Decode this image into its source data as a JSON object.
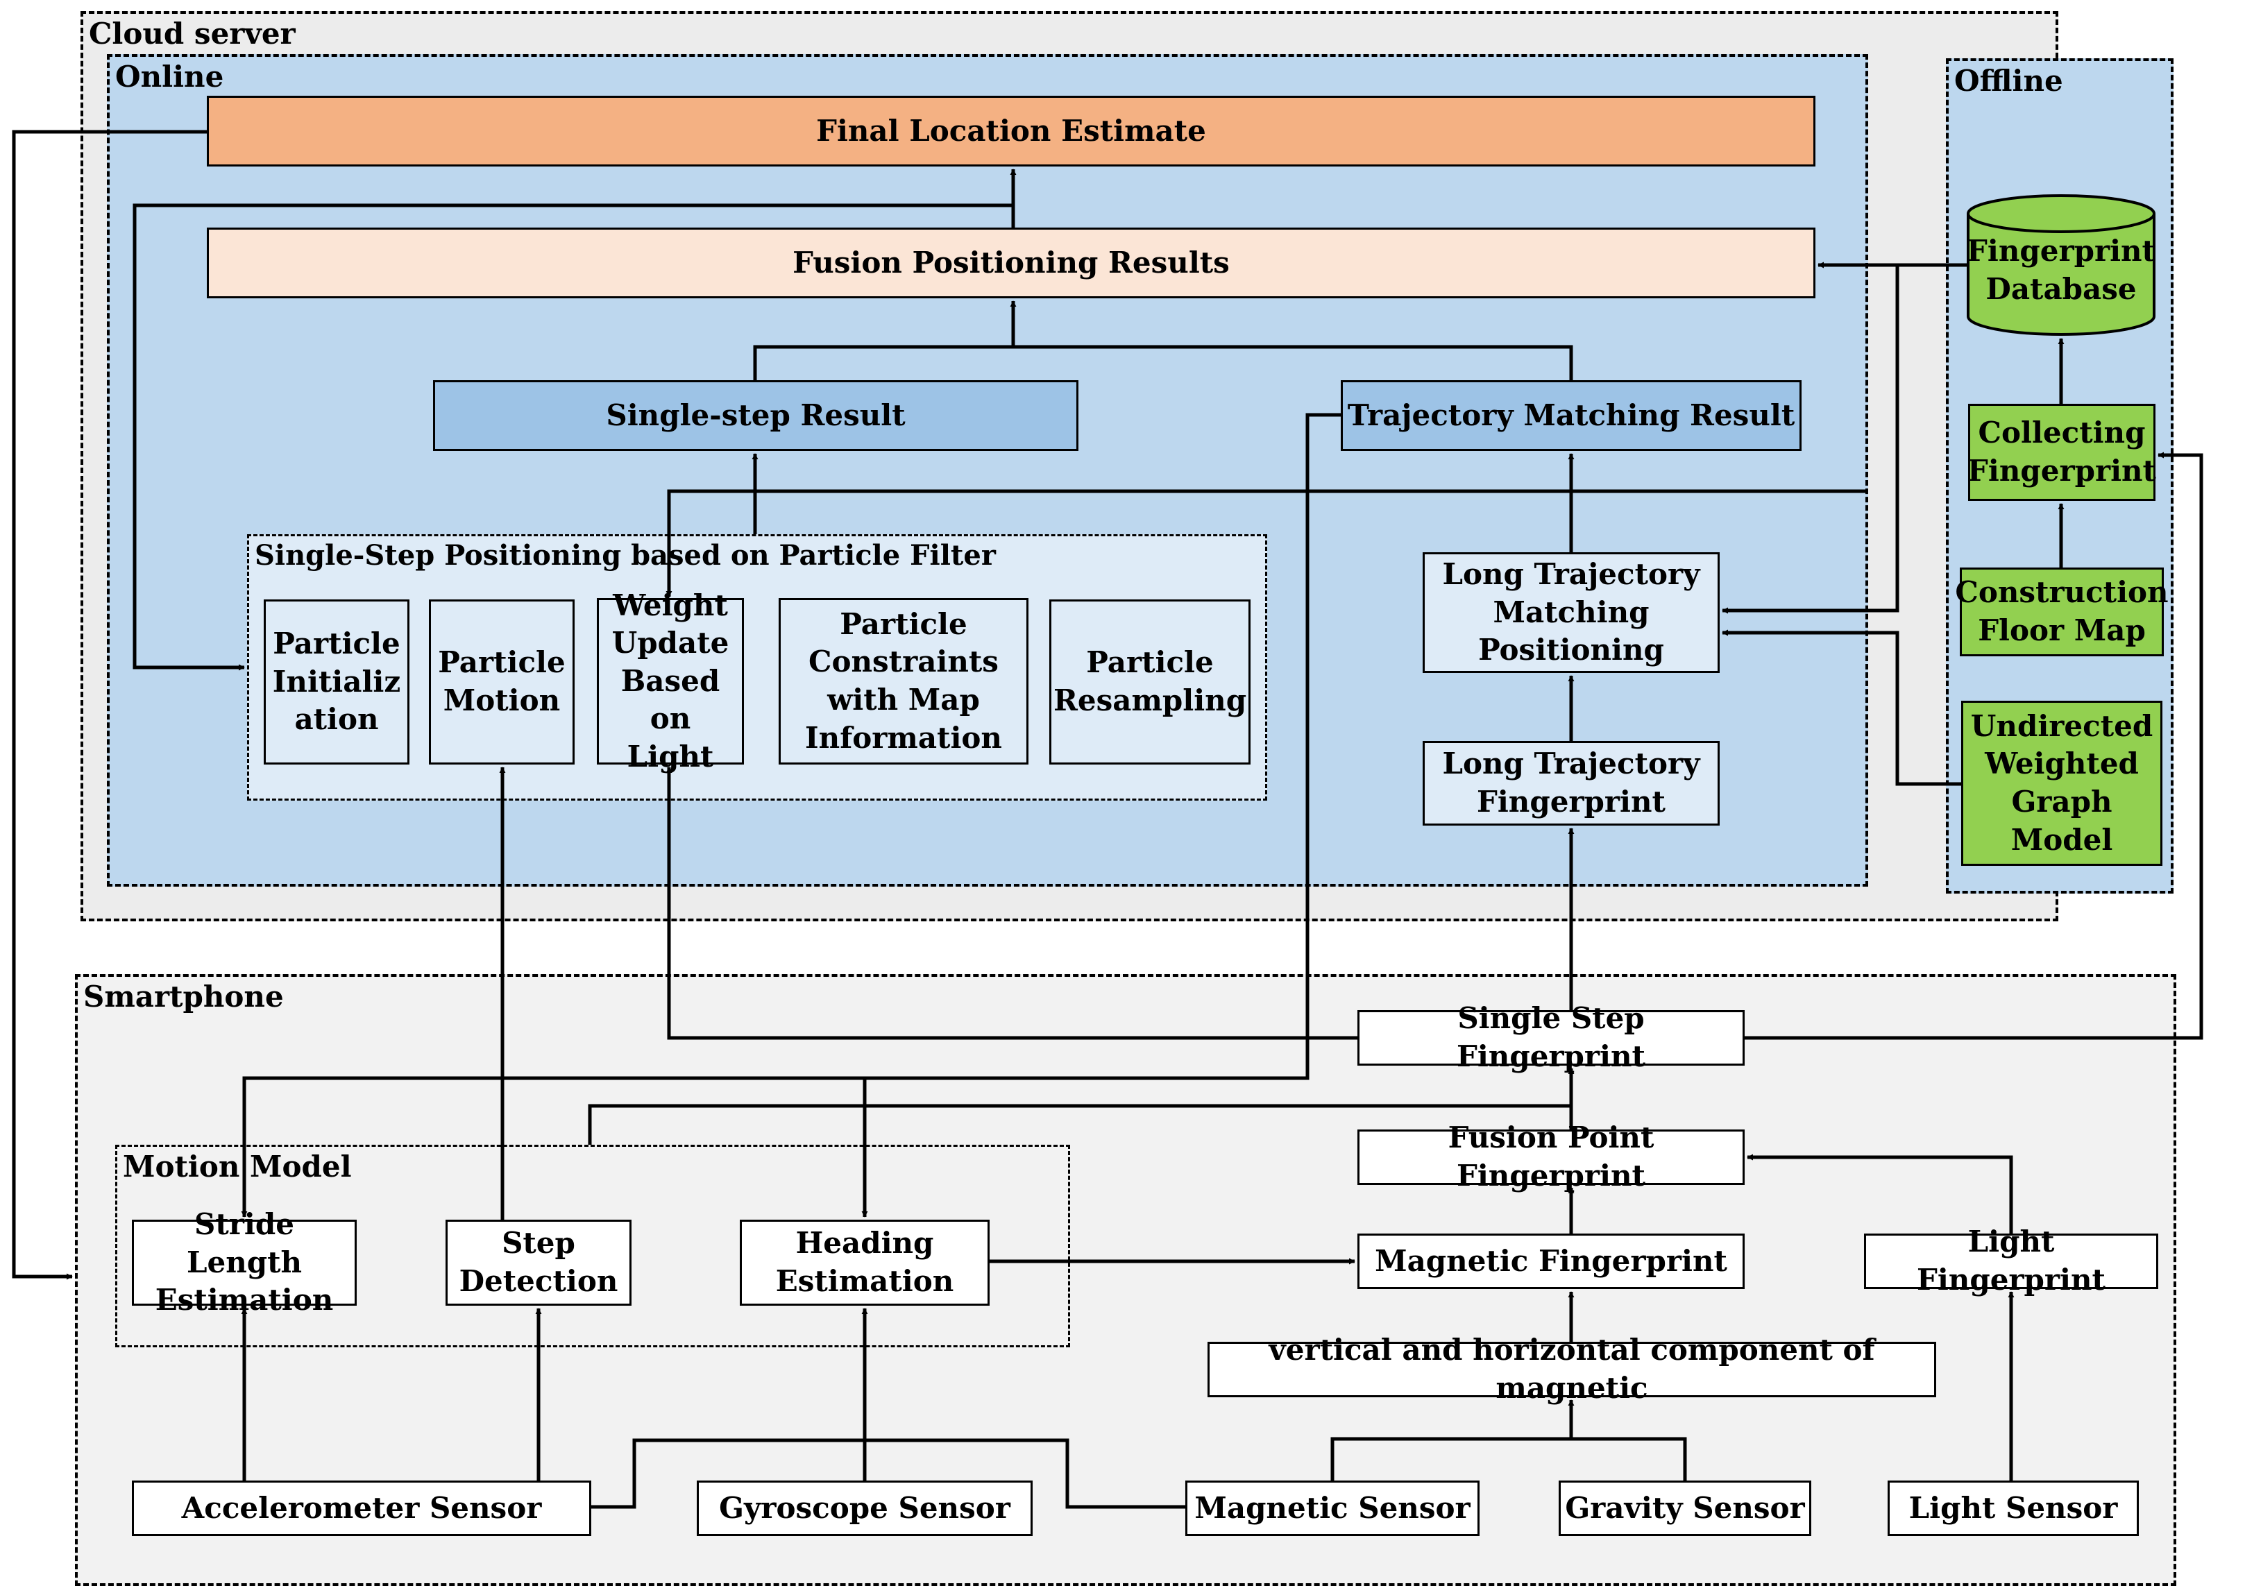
{
  "regions": {
    "cloud": "Cloud server",
    "online": "Online",
    "offline": "Offline",
    "particle_filter": "Single-Step Positioning based on Particle Filter",
    "smartphone": "Smartphone",
    "motion_model": "Motion Model"
  },
  "boxes": {
    "final_location": "Final Location Estimate",
    "fusion_results": "Fusion Positioning Results",
    "single_step_result": "Single-step Result",
    "trajectory_result": "Trajectory Matching Result",
    "particle_init": "Particle Initialization",
    "particle_motion": "Particle Motion",
    "weight_update": "Weight Update Based on Light",
    "particle_constraints": "Particle Constraints with Map Information",
    "particle_resampling": "Particle Resampling",
    "long_traj_matching": "Long Trajectory Matching Positioning",
    "long_traj_fp": "Long Trajectory Fingerprint",
    "fp_database": "Fingerprint Database",
    "collecting_fp": "Collecting Fingerprint",
    "construction_map": "Construction Floor Map",
    "undirected_graph": "Undirected Weighted Graph Model",
    "single_step_fp": "Single Step Fingerprint",
    "fusion_point_fp": "Fusion Point Fingerprint",
    "magnetic_fp": "Magnetic Fingerprint",
    "light_fp": "Light Fingerprint",
    "mag_components": "vertical and horizontal component  of magnetic",
    "stride_length": "Stride Length Estimation",
    "step_detection": "Step Detection",
    "heading_estimation": "Heading Estimation",
    "accelerometer": "Accelerometer Sensor",
    "gyroscope": "Gyroscope Sensor",
    "magnetic_sensor": "Magnetic Sensor",
    "gravity_sensor": "Gravity Sensor",
    "light_sensor": "Light Sensor"
  },
  "colors": {
    "cloud_bg": "#ececec",
    "online_bg": "#bdd7ee",
    "offline_bg": "#bdd7ee",
    "particle_bg": "#deebf7",
    "smartphone_bg": "#f2f2f2",
    "final_location": "#f4b183",
    "fusion_results": "#fbe5d6",
    "result_blue": "#9dc3e6",
    "light_blue_box": "#deebf7",
    "green": "#92d050",
    "white": "#ffffff"
  }
}
